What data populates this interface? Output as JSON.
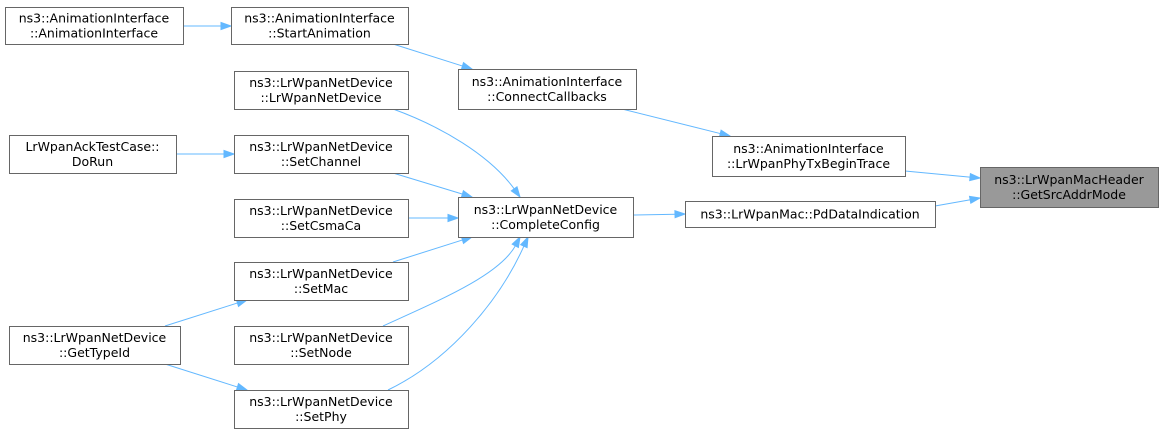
{
  "nodes": [
    {
      "id": "n_animctor",
      "lines": [
        "ns3::AnimationInterface",
        "::AnimationInterface"
      ],
      "root": false
    },
    {
      "id": "n_startanim",
      "lines": [
        "ns3::AnimationInterface",
        "::StartAnimation"
      ],
      "root": false
    },
    {
      "id": "n_connectcb",
      "lines": [
        "ns3::AnimationInterface",
        "::ConnectCallbacks"
      ],
      "root": false
    },
    {
      "id": "n_lrtxbegin",
      "lines": [
        "ns3::AnimationInterface",
        "::LrWpanPhyTxBeginTrace"
      ],
      "root": false
    },
    {
      "id": "n_root",
      "lines": [
        "ns3::LrWpanMacHeader",
        "::GetSrcAddrMode"
      ],
      "root": true
    },
    {
      "id": "n_devctor",
      "lines": [
        "ns3::LrWpanNetDevice",
        "::LrWpanNetDevice"
      ],
      "root": false
    },
    {
      "id": "n_acktest",
      "lines": [
        "LrWpanAckTestCase::",
        "DoRun"
      ],
      "root": false
    },
    {
      "id": "n_setchannel",
      "lines": [
        "ns3::LrWpanNetDevice",
        "::SetChannel"
      ],
      "root": false
    },
    {
      "id": "n_setcsma",
      "lines": [
        "ns3::LrWpanNetDevice",
        "::SetCsmaCa"
      ],
      "root": false
    },
    {
      "id": "n_complete",
      "lines": [
        "ns3::LrWpanNetDevice",
        "::CompleteConfig"
      ],
      "root": false
    },
    {
      "id": "n_pddata",
      "lines": [
        "ns3::LrWpanMac::PdDataIndication"
      ],
      "root": false
    },
    {
      "id": "n_setmac",
      "lines": [
        "ns3::LrWpanNetDevice",
        "::SetMac"
      ],
      "root": false
    },
    {
      "id": "n_gettypeid",
      "lines": [
        "ns3::LrWpanNetDevice",
        "::GetTypeId"
      ],
      "root": false
    },
    {
      "id": "n_setnode",
      "lines": [
        "ns3::LrWpanNetDevice",
        "::SetNode"
      ],
      "root": false
    },
    {
      "id": "n_setphy",
      "lines": [
        "ns3::LrWpanNetDevice",
        "::SetPhy"
      ],
      "root": false
    }
  ],
  "edges": [
    {
      "from": "n_animctor",
      "to": "n_startanim"
    },
    {
      "from": "n_startanim",
      "to": "n_connectcb"
    },
    {
      "from": "n_connectcb",
      "to": "n_lrtxbegin"
    },
    {
      "from": "n_lrtxbegin",
      "to": "n_root"
    },
    {
      "from": "n_pddata",
      "to": "n_root"
    },
    {
      "from": "n_complete",
      "to": "n_pddata"
    },
    {
      "from": "n_devctor",
      "to": "n_complete"
    },
    {
      "from": "n_setchannel",
      "to": "n_complete"
    },
    {
      "from": "n_setcsma",
      "to": "n_complete"
    },
    {
      "from": "n_setmac",
      "to": "n_complete"
    },
    {
      "from": "n_setnode",
      "to": "n_complete"
    },
    {
      "from": "n_setphy",
      "to": "n_complete"
    },
    {
      "from": "n_acktest",
      "to": "n_setchannel"
    },
    {
      "from": "n_gettypeid",
      "to": "n_setmac"
    },
    {
      "from": "n_gettypeid",
      "to": "n_setphy"
    }
  ],
  "colors": {
    "edge": "#63b8ff",
    "node_border": "#666666",
    "root_fill": "#999999"
  }
}
